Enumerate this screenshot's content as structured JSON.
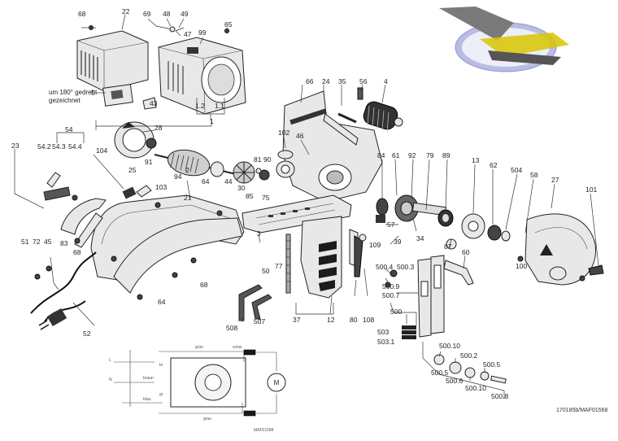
{
  "note": {
    "line1": "um 180° gedreht",
    "line2": "gezeichnet"
  },
  "labels": {
    "l68a": "68",
    "l22": "22",
    "l69": "69",
    "l48": "48",
    "l49": "49",
    "l65": "65",
    "l47": "47",
    "l99": "99",
    "l5": "5",
    "l43": "43",
    "l1_2": "1.2",
    "l1_1": "1.1",
    "l1": "1",
    "l28": "28",
    "l54": "54",
    "l54_2": "54.2",
    "l54_3": "54.3",
    "l54_4": "54.4",
    "l23": "23",
    "l104": "104",
    "l91": "91",
    "l2": "2",
    "l25": "25",
    "l94": "94",
    "l103": "103",
    "l81": "81",
    "l90": "90",
    "l30": "30",
    "l64a": "64",
    "l44": "44",
    "l85": "85",
    "l75": "75",
    "l21": "21",
    "l51": "51",
    "l72": "72",
    "l45": "45",
    "l83": "83",
    "l68b": "68",
    "l66": "66",
    "l24": "24",
    "l35": "35",
    "l56": "56",
    "l4": "4",
    "l102": "102",
    "l46": "46",
    "l84": "84",
    "l61": "61",
    "l92": "92",
    "l79": "79",
    "l89": "89",
    "l13": "13",
    "l62": "62",
    "l504": "504",
    "l58": "58",
    "l27": "27",
    "l101": "101",
    "l57": "57",
    "l39": "39",
    "l34": "34",
    "l87": "87",
    "l60": "60",
    "l100": "100",
    "l3": "3",
    "l50": "50",
    "l77": "77",
    "l109": "109",
    "l500_4": "500.4",
    "l500_3": "500.3",
    "l500_9": "500.9",
    "l500_7": "500.7",
    "l500": "500",
    "l64b": "64",
    "l68c": "68",
    "l52": "52",
    "l37": "37",
    "l12": "12",
    "l80": "80",
    "l108": "108",
    "l508": "508",
    "l507": "507",
    "l503": "503",
    "l503_1": "503.1",
    "l500_10a": "500.10",
    "l500_2": "500.2",
    "l500_5a": "500.5",
    "l500_5b": "500.5",
    "l500_6": "500.6",
    "l500_10b": "500.10",
    "l500_8": "500.8"
  },
  "schematic": {
    "motor": "M",
    "drawing_code": "MAF01588",
    "wire_labels": [
      "grün",
      "braun",
      "schw",
      "grau",
      "blau",
      "br",
      "gr",
      "L",
      "N"
    ]
  },
  "reference": "170185b/MAF01568"
}
